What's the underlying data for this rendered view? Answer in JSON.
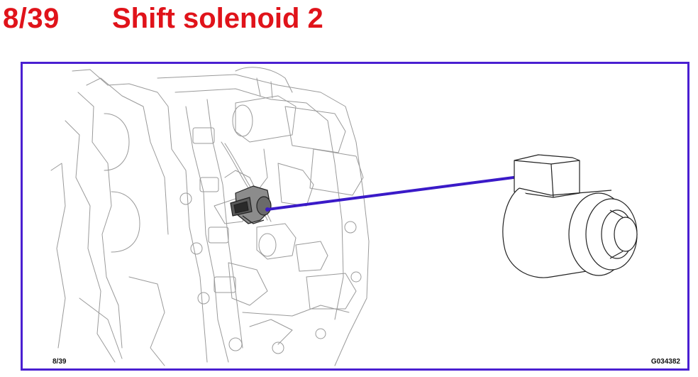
{
  "header": {
    "page_number": "8/39",
    "title": "Shift solenoid 2"
  },
  "figure": {
    "footer_page": "8/39",
    "figure_code": "G034382",
    "colors": {
      "title_red": "#e0131a",
      "frame_blue": "#4a1fd1",
      "leader_blue": "#3a1ac8"
    }
  }
}
